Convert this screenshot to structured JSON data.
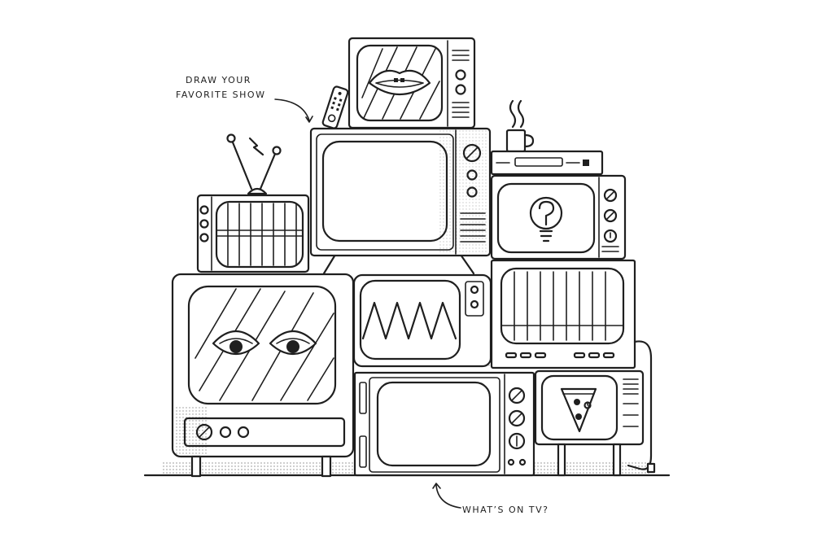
{
  "annotations": {
    "draw_line1": "DRAW YOUR",
    "draw_line2": "FAVORITE SHOW",
    "whats_on": "WHAT’S ON TV?"
  },
  "screens": {
    "top_small": "lips",
    "top_large": "blank",
    "left_small": "grid",
    "right_mid": "lightbulb-question",
    "left_big": "eyes",
    "center_mid": "zigzag",
    "right_big": "bars",
    "bottom_center": "blank",
    "bottom_right": "pizza"
  },
  "colors": {
    "ink": "#1f1f1f",
    "paper": "#ffffff"
  }
}
